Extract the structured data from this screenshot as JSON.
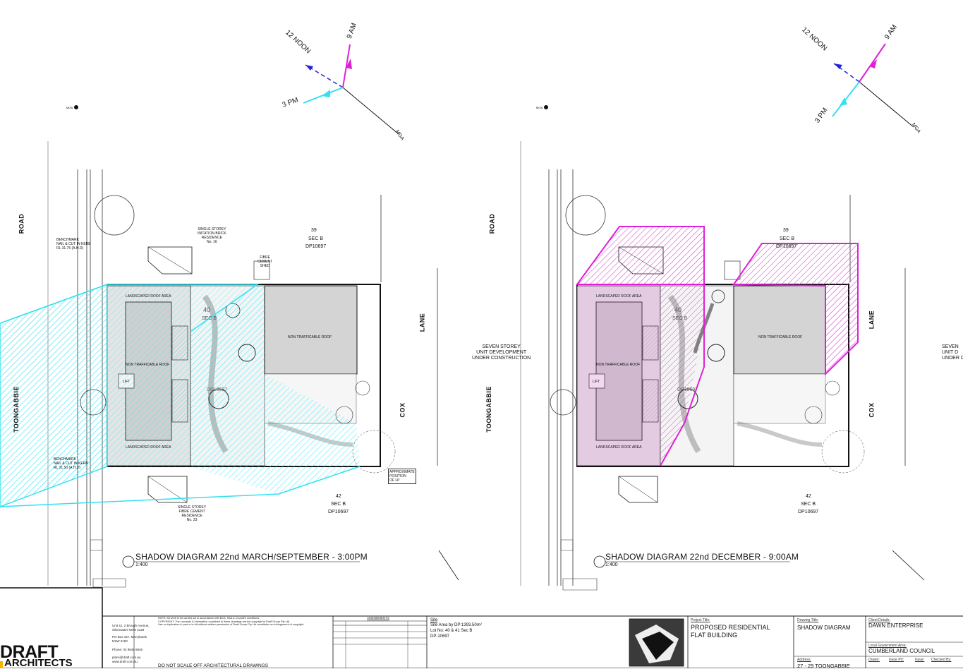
{
  "compass": {
    "left": {
      "noon": "12 NOON",
      "am": "9 AM",
      "pm": "3 PM",
      "mga": "MGA"
    },
    "right": {
      "noon": "12 NOON",
      "am": "9 AM",
      "pm": "3 PM",
      "mga": "MGA"
    }
  },
  "colors": {
    "cyan_shadow": "#33e0f0",
    "magenta_shadow": "#e020d8",
    "building_fill": "#d9d9d9",
    "line": "#111111"
  },
  "left_plan": {
    "road_top": "ROAD",
    "road_bottom": "TOONGABBIE",
    "lane": "LANE",
    "cox": "COX",
    "lot39": {
      "num": "39",
      "sec": "SEC B",
      "dp": "DP10697"
    },
    "lot40": {
      "num": "40",
      "sec": "SEC B",
      "dp": "DP10697"
    },
    "lot42": {
      "num": "42",
      "sec": "SEC B",
      "dp": "DP10697"
    },
    "landscaped_top": "LANDSCAPED ROOF AREA",
    "landscaped_bottom": "LANDSCAPED ROOF AREA",
    "nontraffic_left": "NON TRAFFICABLE ROOF",
    "nontraffic_right": "NON TRAFFICABLE ROOF",
    "lift": "LIFT",
    "single_storey_top": "SINGLE STOREY\nINITATION BRICK\nRESIDENCE\nNo. 16",
    "fibre_shed": "FIBRE\nCEMENT\nSHED",
    "single_storey_bottom": "SINGLE STOREY\nFIBRE CEMENT\nRESIDENCE\nNo. 23",
    "benchmark_top": "BENCHMARK\nNAIL & CUT IN KERB\nRL 31.75 (A.H.D)",
    "benchmark_bottom": "BENCHMARK\nNAIL & CUT IN KERB\nRL 31.50 (A.H.D)",
    "approx_position": "APPROXIMATE\nPOSITION\nOF LP",
    "title": "SHADOW DIAGRAM 22nd MARCH/SEPTEMBER - 3:00PM",
    "scale": "1:400"
  },
  "right_plan": {
    "road_top": "ROAD",
    "road_bottom": "TOONGABBIE",
    "lane": "LANE",
    "cox": "COX",
    "seven_storey": "SEVEN STOREY\nUNIT DEVELOPMENT\nUNDER CONSTRUCTION",
    "seven_storey_cut": "SEVEN\nUNIT D\nUNDER C",
    "lot39": {
      "num": "39",
      "sec": "SEC B",
      "dp": "DP10697"
    },
    "lot40": {
      "num": "40",
      "sec": "SEC B",
      "dp": "DP10697"
    },
    "lot42": {
      "num": "42",
      "sec": "SEC B",
      "dp": "DP10697"
    },
    "landscaped_top": "LANDSCAPED ROOF AREA",
    "landscaped_bottom": "LANDSCAPED ROOF AREA",
    "nontraffic_left": "NON TRAFFICABLE ROOF",
    "nontraffic_right": "NON TRAFFICABLE ROOF",
    "lift": "LIFT",
    "title": "SHADOW DIAGRAM 22nd DECEMBER - 9:00AM",
    "scale": "1:400"
  },
  "title_block": {
    "firm_name": "DRAFT",
    "firm_name2": "ARCHITECTS",
    "address": "Unit 41, 2 Brough Avenue,\nSilverwater NSW 2128",
    "po_box": "PO Box 427, Merrylands\nNSW 2160",
    "phone": "Phone: 02 9848 8846",
    "email": "plans@draft.com.au\nwww.draft.com.au",
    "notes": "NOTE: All work to be carried out in accordance with BCA, SAA & Council's conditions.\nCOPYRIGHT: The concepts & information contained in these drawings are the copyright of Draft Group Pty Ltd.\nUse or duplication in part or in full without written permission of Draft Group Pty Ltd constitutes an infringement of copyright.",
    "do_not_scale": "DO NOT SCALE OFF ARCHITECTURAL DRAWINGS",
    "amendments_heading": "AMENDMENTS",
    "site_heading": "Site",
    "site_area": "Site Area by DP:1393.50m²",
    "lot_no": "Lot No: 40 & 41 Sec B",
    "dp": "DP-10697",
    "project_title_label": "Project Title:",
    "project_title": "PROPOSED RESIDENTIAL\nFLAT BUILDING",
    "drawing_title_label": "Drawing Title:",
    "drawing_title": "SHADOW DIAGRAM",
    "address_label": "Address:",
    "address_value": "27 - 29 TOONGABBIE",
    "client_label": "Client Details:",
    "client": "DAWN ENTERPRISE",
    "council_label": "Local Government Area:",
    "council": "CUMBERLAND COUNCIL",
    "drawn_label": "Drawn:",
    "issue_label": "Issue Prt:",
    "issue2_label": "Issue:",
    "checked_label": "Checked By:"
  }
}
